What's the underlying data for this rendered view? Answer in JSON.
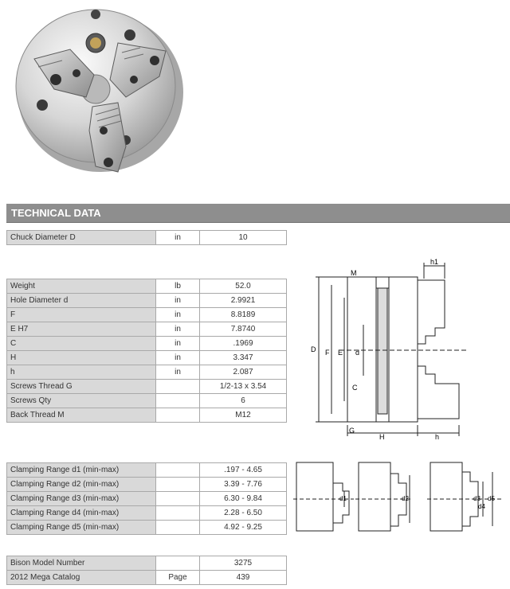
{
  "section_title": "TECHNICAL DATA",
  "rows_top": [
    {
      "label": "Chuck Diameter D",
      "unit": "in",
      "value": "10"
    }
  ],
  "rows_specs": [
    {
      "label": "Weight",
      "unit": "lb",
      "value": "52.0"
    },
    {
      "label": "Hole Diameter d",
      "unit": "in",
      "value": "2.9921"
    },
    {
      "label": "F",
      "unit": "in",
      "value": "8.8189"
    },
    {
      "label": "E H7",
      "unit": "in",
      "value": "7.8740"
    },
    {
      "label": "C",
      "unit": "in",
      "value": ".1969"
    },
    {
      "label": "H",
      "unit": "in",
      "value": "3.347"
    },
    {
      "label": "h",
      "unit": "in",
      "value": "2.087"
    },
    {
      "label": "Screws Thread G",
      "unit": "",
      "value": "1/2-13 x 3.54"
    },
    {
      "label": "Screws Qty",
      "unit": "",
      "value": "6"
    },
    {
      "label": "Back Thread M",
      "unit": "",
      "value": "M12"
    }
  ],
  "rows_clamping": [
    {
      "label": "Clamping Range d1 (min-max)",
      "unit": "",
      "value": ".197 - 4.65"
    },
    {
      "label": "Clamping Range d2 (min-max)",
      "unit": "",
      "value": "3.39 - 7.76"
    },
    {
      "label": "Clamping Range d3 (min-max)",
      "unit": "",
      "value": "6.30 - 9.84"
    },
    {
      "label": "Clamping Range d4 (min-max)",
      "unit": "",
      "value": "2.28 - 6.50"
    },
    {
      "label": "Clamping Range d5 (min-max)",
      "unit": "",
      "value": "4.92 - 9.25"
    }
  ],
  "rows_model": [
    {
      "label": "Bison Model Number",
      "unit": "",
      "value": "3275"
    },
    {
      "label": "2012 Mega Catalog",
      "unit": "Page",
      "value": "439"
    }
  ],
  "drawing_labels": {
    "M": "M",
    "h1": "h1",
    "D": "D",
    "F": "F",
    "E": "E",
    "d": "d",
    "C": "C",
    "G": "G",
    "H": "H",
    "h": "h",
    "d1": "d1",
    "d2": "d2",
    "d3": "d3",
    "d4": "d4",
    "d5": "d5"
  }
}
